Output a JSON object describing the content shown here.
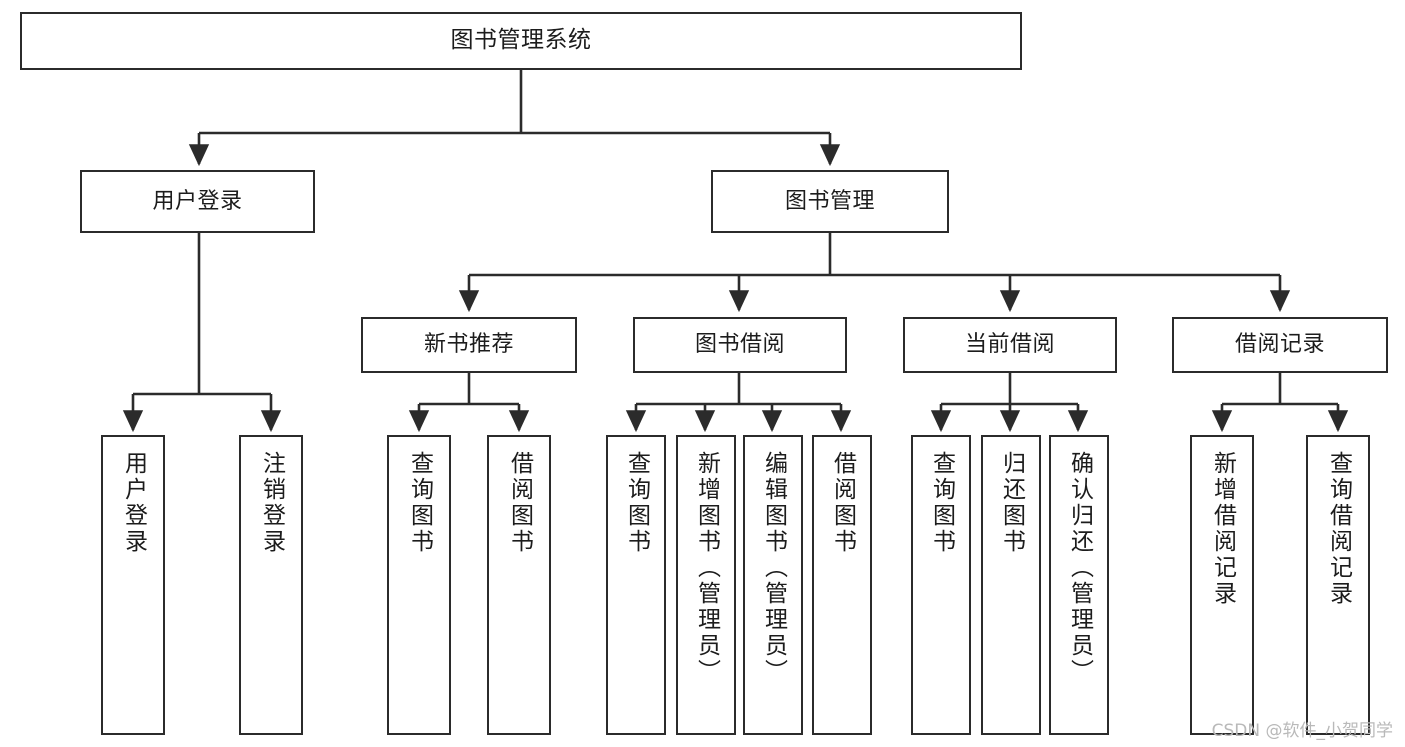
{
  "diagram": {
    "title": "图书管理系统",
    "type": "tree-hierarchy",
    "orientation": "top-down",
    "colors": {
      "background": "#ffffff",
      "box_border": "#2b2b2b",
      "box_fill": "#ffffff",
      "text": "#1c1c1c",
      "edge": "#2b2b2b",
      "watermark": "#b9b9b9"
    },
    "watermark": "CSDN @软件_小贺同学"
  },
  "nodes": {
    "root": {
      "id": "root",
      "label": "图书管理系统",
      "level": 0
    },
    "level1": [
      {
        "id": "user-login",
        "label": "用户登录",
        "level": 1
      },
      {
        "id": "book-management",
        "label": "图书管理",
        "level": 1
      }
    ],
    "level2": [
      {
        "id": "new-book-recommend",
        "label": "新书推荐",
        "level": 2,
        "parent": "book-management"
      },
      {
        "id": "book-borrow",
        "label": "图书借阅",
        "level": 2,
        "parent": "book-management"
      },
      {
        "id": "current-borrow",
        "label": "当前借阅",
        "level": 2,
        "parent": "book-management"
      },
      {
        "id": "borrow-record",
        "label": "借阅记录",
        "level": 2,
        "parent": "book-management"
      }
    ],
    "leaves": [
      {
        "id": "leaf-user-login",
        "label": "用户登录",
        "parent": "user-login"
      },
      {
        "id": "leaf-logout-login",
        "label": "注销登录",
        "parent": "user-login"
      },
      {
        "id": "leaf-query-book-1",
        "label": "查询图书",
        "parent": "new-book-recommend"
      },
      {
        "id": "leaf-borrow-book-1",
        "label": "借阅图书",
        "parent": "new-book-recommend"
      },
      {
        "id": "leaf-query-book-2",
        "label": "查询图书",
        "parent": "book-borrow"
      },
      {
        "id": "leaf-add-book",
        "label": "新增图书（管理员）",
        "parent": "book-borrow"
      },
      {
        "id": "leaf-edit-book",
        "label": "编辑图书（管理员）",
        "parent": "book-borrow"
      },
      {
        "id": "leaf-borrow-book-2",
        "label": "借阅图书",
        "parent": "book-borrow"
      },
      {
        "id": "leaf-query-book-3",
        "label": "查询图书",
        "parent": "current-borrow"
      },
      {
        "id": "leaf-return-book",
        "label": "归还图书",
        "parent": "current-borrow"
      },
      {
        "id": "leaf-confirm-return",
        "label": "确认归还（管理员）",
        "parent": "current-borrow"
      },
      {
        "id": "leaf-add-record",
        "label": "新增借阅记录",
        "parent": "borrow-record"
      },
      {
        "id": "leaf-query-record",
        "label": "查询借阅记录",
        "parent": "borrow-record"
      }
    ]
  }
}
